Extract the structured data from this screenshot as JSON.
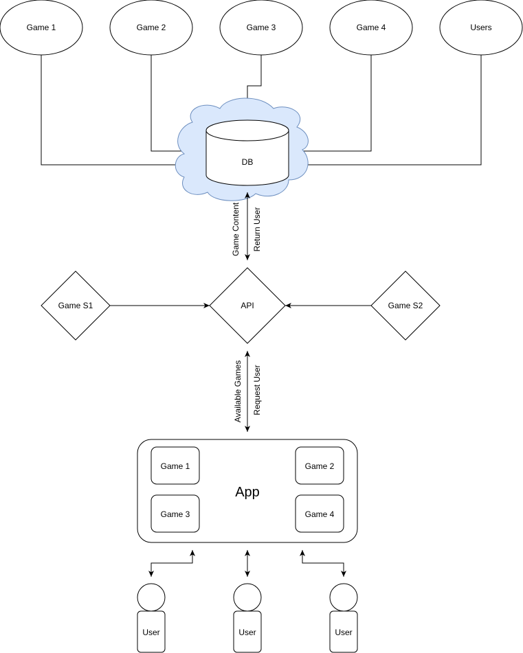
{
  "sources": [
    {
      "label": "Game 1"
    },
    {
      "label": "Game 2"
    },
    {
      "label": "Game 3"
    },
    {
      "label": "Game 4"
    },
    {
      "label": "Users"
    }
  ],
  "db": {
    "label": "DB",
    "cloud_fill": "#dae8fc",
    "cloud_stroke": "#6c8ebf"
  },
  "db_api_edge": {
    "label_left": "Game Content",
    "label_right": "Return User"
  },
  "api": {
    "label": "API"
  },
  "game_servers": [
    {
      "label": "Game S1"
    },
    {
      "label": "Game S2"
    }
  ],
  "api_app_edge": {
    "label_left": "Available Games",
    "label_right": "Request User"
  },
  "app": {
    "label": "App",
    "games": [
      {
        "label": "Game 1"
      },
      {
        "label": "Game 2"
      },
      {
        "label": "Game 3"
      },
      {
        "label": "Game 4"
      }
    ]
  },
  "users": [
    {
      "label": "User"
    },
    {
      "label": "User"
    },
    {
      "label": "User"
    }
  ],
  "colors": {
    "stroke": "#000000",
    "background": "#ffffff"
  }
}
